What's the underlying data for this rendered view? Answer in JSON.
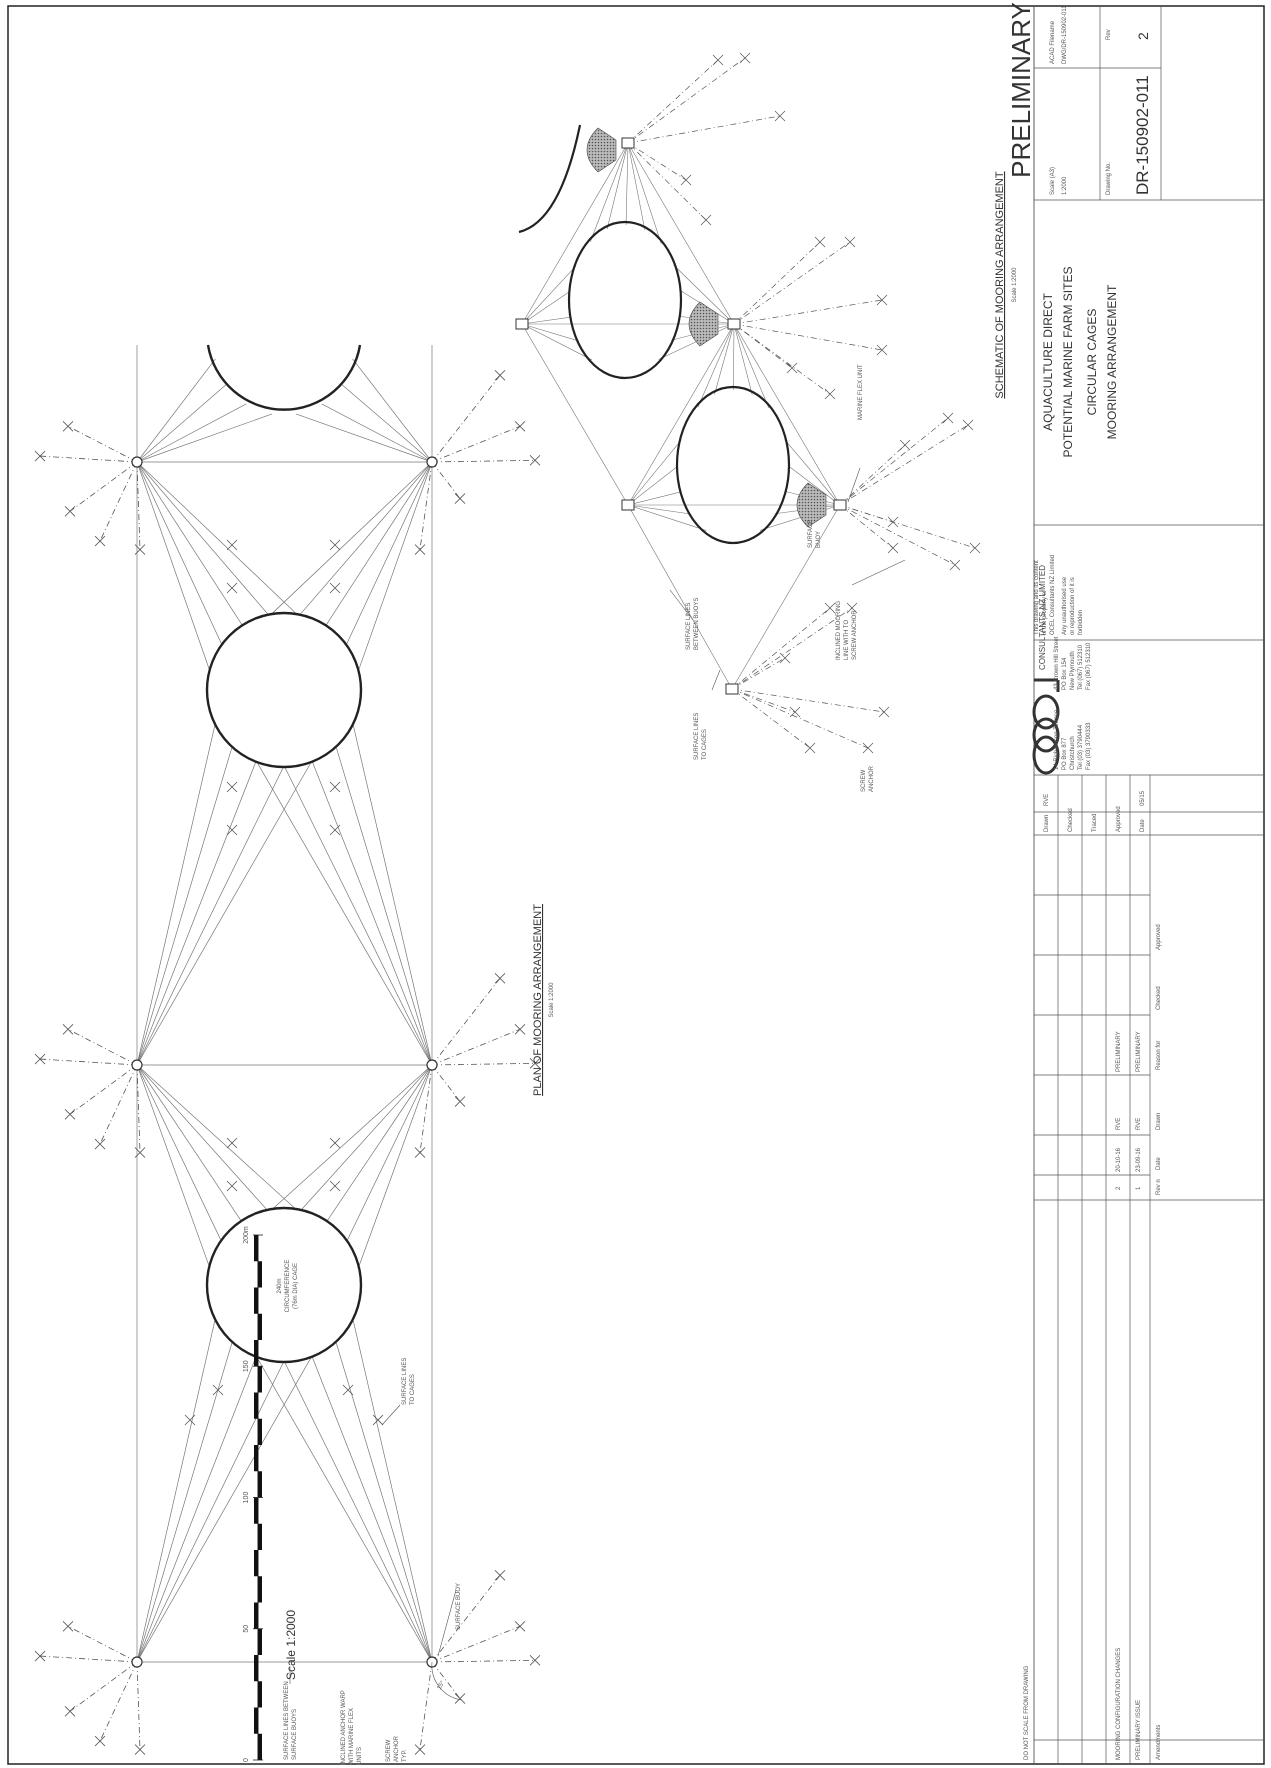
{
  "title_block": {
    "status": "PRELIMINARY",
    "scale_label": "Scale (A3)",
    "scale_value": "1:2000",
    "acad_label": "ACAD Filename",
    "acad_value": "DWG/DR-150902-011",
    "drawing_no_label": "Drawing No.",
    "rev_label": "Rev",
    "drawing_no": "DR-150902-011",
    "rev": "2",
    "project_lines": [
      "AQUACULTURE DIRECT",
      "POTENTIAL MARINE FARM SITES",
      "CIRCULAR CAGES",
      "MOORING ARRANGEMENT"
    ],
    "copyright_lines": [
      "This drawing and its content",
      "is the property of",
      "OCEL Consultants NZ Limited",
      "Any unauthorised use",
      "or reproduction of it is",
      "forbidden"
    ],
    "company": "CONSULTANTS NZ LIMITED",
    "logo": "ocel",
    "office1_lines": [
      "14 Richardson Terrace",
      "PO Box 877",
      "Christchurch",
      "Tel (03) 3790444",
      "Fax (03) 3790333"
    ],
    "office2_lines": [
      "43 Crown Hill Street",
      "PO Box 154",
      "New Plymouth",
      "Tel (067) 512310",
      "Fax (067) 512310"
    ],
    "drawn_label": "Drawn",
    "drawn_value": "RVE",
    "checked_label": "Checked",
    "traced_label": "Traced",
    "approved_label": "Approved",
    "date_label": "Date",
    "date_value": "05/15",
    "rev_table": {
      "headers": [
        "Amendments",
        "Rev n",
        "Date",
        "Drawn",
        "Reason for",
        "Checked",
        "Approved"
      ],
      "rows": [
        [
          "MOORING CONFIGURATION CHANGES",
          "2",
          "20-10-16",
          "RVE",
          "PRELIMINARY"
        ],
        [
          "PRELIMINARY ISSUE",
          "1",
          "23-09-16",
          "RVE",
          "PRELIMINARY"
        ]
      ]
    },
    "do_not_scale": "DO NOT SCALE FROM DRAWING"
  },
  "scale_bar": {
    "ticks": [
      "0",
      "50",
      "100",
      "150",
      "200m"
    ],
    "label": "Scale 1:2000"
  },
  "plan": {
    "title": "PLAN OF MOORING ARRANGEMENT",
    "subtitle": "Scale 1:2000",
    "cage_label_lines": [
      "240m",
      "CIRCUMFERENCE",
      "(76m DIA) CAGE"
    ],
    "label_surface_lines_cages": [
      "SURFACE LINES",
      "TO CAGES"
    ],
    "label_surface_buoy": "SURFACE BUOY",
    "label_surface_lines_buoys": [
      "SURFACE LINES BETWEEN",
      "SURFACE BUOYS"
    ],
    "label_inclined_anchor": [
      "INCLINED ANCHOR WARP",
      "WITH MARINE FLEX",
      "UNITS"
    ],
    "label_screw_anchor": [
      "SCREW",
      "ANCHOR",
      "TYP."
    ],
    "angle_label": "15°"
  },
  "schematic": {
    "title": "SCHEMATIC OF MOORING ARRANGEMENT",
    "subtitle": "Scale 1:2000",
    "label_marine_flex": "MARINE FLEX UNIT",
    "label_surface_buoy": [
      "SURFACE",
      "BUOY"
    ],
    "label_inclined_line": [
      "INCLINED MOORING",
      "LINE WITH TO",
      "SCREW ANCHOR"
    ],
    "label_surface_lines_buoys": [
      "SURFACE LINES",
      "BETWEEN BUOYS"
    ],
    "label_surface_lines_cages": [
      "SURFACE LINES",
      "TO CAGES"
    ],
    "label_screw_anchor": [
      "SCREW",
      "ANCHOR"
    ]
  }
}
